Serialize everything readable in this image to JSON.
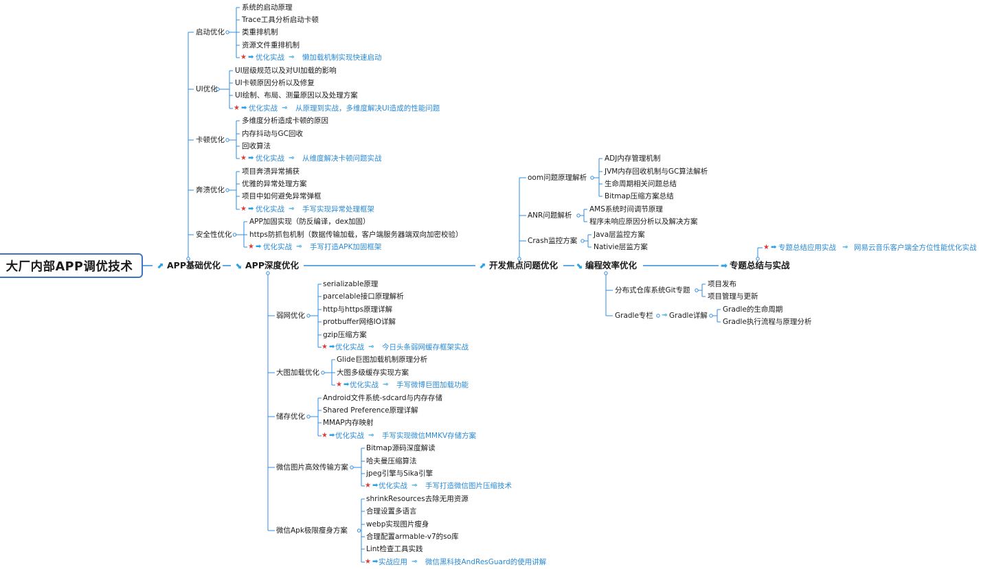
{
  "root": "大厂内部APP调优技术",
  "main": [
    "APP基础优化",
    "APP深度优化",
    "开发焦点问题优化",
    "编程效率优化",
    "专题总结与实战"
  ],
  "basic": [
    {
      "label": "启动优化",
      "children": [
        "系统的启动原理",
        "Trace工具分析启动卡顿",
        "类重排机制",
        "资源文件重排机制"
      ],
      "practice": {
        "label": "优化实战",
        "detail": "懒加载机制实现快速启动"
      }
    },
    {
      "label": "UI优化",
      "children": [
        "UI层级规范以及对UI加载的影响",
        "UI卡顿原因分析以及修复",
        "UI绘制、布局、测量原因以及处理方案"
      ],
      "practice": {
        "label": "优化实战",
        "detail": "从原理到实战，多维度解决UI造成的性能问题"
      }
    },
    {
      "label": "卡顿优化",
      "children": [
        "多维度分析造成卡顿的原因",
        "内存抖动与GC回收",
        "回收算法"
      ],
      "practice": {
        "label": "优化实战",
        "detail": "从维度解决卡顿问题实战"
      }
    },
    {
      "label": "奔溃优化",
      "children": [
        "项目奔溃异常捕获",
        "优雅的异常处理方案",
        "项目中如何避免异常弹框"
      ],
      "practice": {
        "label": "优化实战",
        "detail": "手写实现异常处理框架"
      }
    },
    {
      "label": "安全性优化",
      "children": [
        "APP加固实现（防反编译，dex加固）",
        "https防抓包机制（数据传输加载，客户端服务器端双向加密校验）"
      ],
      "practice": {
        "label": "优化实战",
        "detail": "手写打造APK加固框架"
      }
    }
  ],
  "deep": [
    {
      "label": "弱网优化",
      "children": [
        " serializable原理",
        "parcelable接口原理解析",
        "http与https原理详解",
        "protbuffer网络IO详解",
        "gzip压缩方案"
      ],
      "practice": {
        "label": "优化实战",
        "detail": "今日头条弱网缓存框架实战"
      }
    },
    {
      "label": "大图加载优化",
      "children": [
        "Glide巨图加载机制原理分析",
        "大图多级缓存实现方案"
      ],
      "practice": {
        "label": "优化实战",
        "detail": "手写微博巨图加载功能"
      }
    },
    {
      "label": "储存优化",
      "children": [
        "Android文件系统-sdcard与内存存储",
        "Shared Preference原理详解",
        "MMAP内存映射"
      ],
      "practice": {
        "label": "优化实战",
        "detail": "手写实现微信MMKV存储方案"
      }
    },
    {
      "label": "微信图片高效传输方案",
      "children": [
        "Bitmap源码深度解读",
        "哈夫曼压缩算法",
        "jpeg引擎与Sika引擎"
      ],
      "practice": {
        "label": "优化实战",
        "detail": "手写打造微信图片压缩技术"
      }
    },
    {
      "label": "微信Apk极限瘦身方案",
      "children": [
        "shrinkResources去除无用资源",
        "合理设置多语言",
        "webp实现图片瘦身",
        "合理配置armable-v7的so库",
        "Lint检查工具实践"
      ],
      "practice": {
        "label": "实战应用",
        "detail": "微信黑科技AndResGuard的使用讲解"
      }
    }
  ],
  "focus": [
    {
      "label": "oom问题原理解析",
      "children": [
        "ADJ内存管理机制",
        "JVM内存回收机制与GC算法解析",
        "生命周期相关问题总结",
        "Bitmap压缩方案总结"
      ]
    },
    {
      "label": "ANR问题解析",
      "children": [
        "AMS系统时间调节原理",
        "程序未响应原因分析以及解决方案"
      ]
    },
    {
      "label": "Crash监控方案",
      "children": [
        "Java层监控方案",
        "Nativie层监方案"
      ]
    }
  ],
  "efficiency": [
    {
      "label": "分布式仓库系统Git专题",
      "children": [
        "项目发布",
        "项目管理与更新"
      ]
    },
    {
      "label": "Gradle专栏",
      "sub": "Gradle详解",
      "children": [
        "Gradle的生命周期",
        "Gradle执行流程与原理分析"
      ]
    }
  ],
  "summary": {
    "label": "专题总结应用实战",
    "detail": "网易云音乐客户端全方位性能优化实战"
  },
  "colors": {
    "line": "#2b8be0",
    "link": "#2a8ad6",
    "star": "#e03a3a",
    "root_border": "#3d74c4"
  }
}
